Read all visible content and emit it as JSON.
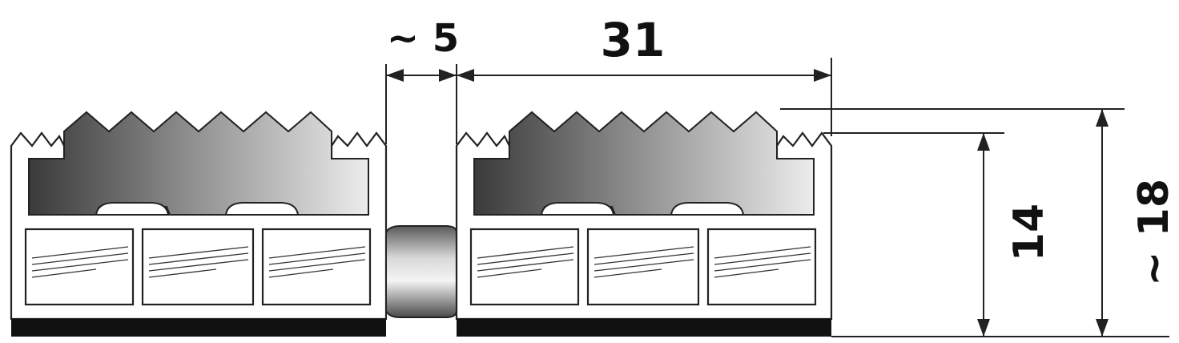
{
  "dimensions": {
    "gap": "~ 5",
    "width": "31",
    "height_inner": "14",
    "height_total": "~ 18"
  },
  "colors": {
    "stroke": "#222222",
    "base": "#111111",
    "insert_dark": "#3a3a3a",
    "insert_light": "#e6e6e6"
  }
}
